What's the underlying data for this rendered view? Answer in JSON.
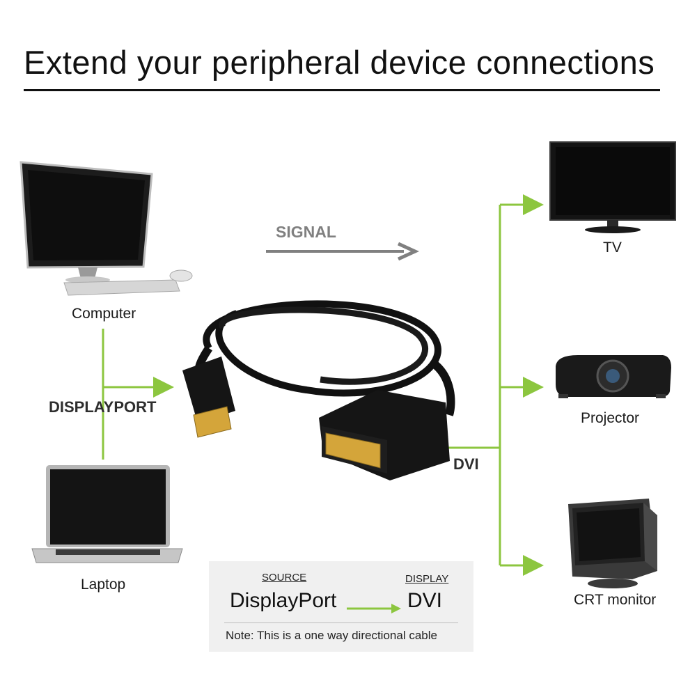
{
  "title": "Extend your peripheral device connections",
  "signal_label": "SIGNAL",
  "sources": {
    "computer": "Computer",
    "laptop": "Laptop",
    "port_label": "DISPLAYPORT"
  },
  "output_port_label": "DVI",
  "displays": {
    "tv": "TV",
    "projector": "Projector",
    "crt": "CRT monitor"
  },
  "info_box": {
    "source_heading": "SOURCE",
    "display_heading": "DISPLAY",
    "source_value": "DisplayPort",
    "display_value": "DVI",
    "note": "Note: This is a one way directional cable"
  },
  "colors": {
    "connector_green": "#8cc63f",
    "signal_gray": "#808080",
    "device_black": "#111111",
    "gold_contacts": "#d4a53a"
  }
}
